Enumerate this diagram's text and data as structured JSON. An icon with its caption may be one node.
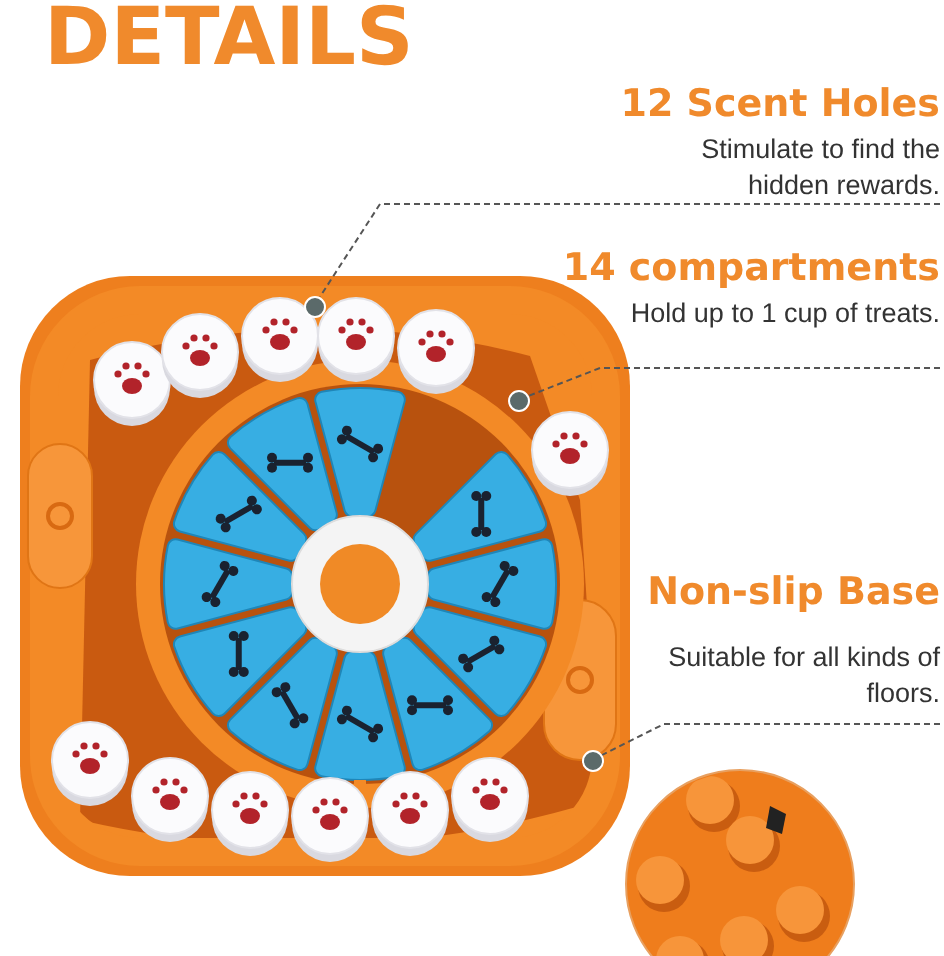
{
  "diagram": {
    "title": "DETAILS",
    "nodes": [
      {
        "text": [
          "12 Scent Holes",
          "Stimulate to find the hidden rewards."
        ]
      },
      {
        "text": [
          "14 compartments",
          "Hold up to 1 cup of treats."
        ]
      },
      {
        "text": [
          "Non-slip Base",
          "Suitable for all kinds of floors."
        ]
      },
      {
        "text": [],
        "shape": "circle"
      },
      {
        "text": [],
        "shape": "circle"
      },
      {
        "text": [],
        "shape": "circle"
      }
    ],
    "edges": [
      {
        "from": 0,
        "to": 3,
        "arrow": "none",
        "style": "dashed"
      },
      {
        "from": 1,
        "to": 4,
        "arrow": "none",
        "style": "dashed"
      },
      {
        "from": 2,
        "to": 5,
        "arrow": "none",
        "style": "dashed"
      }
    ]
  }
}
